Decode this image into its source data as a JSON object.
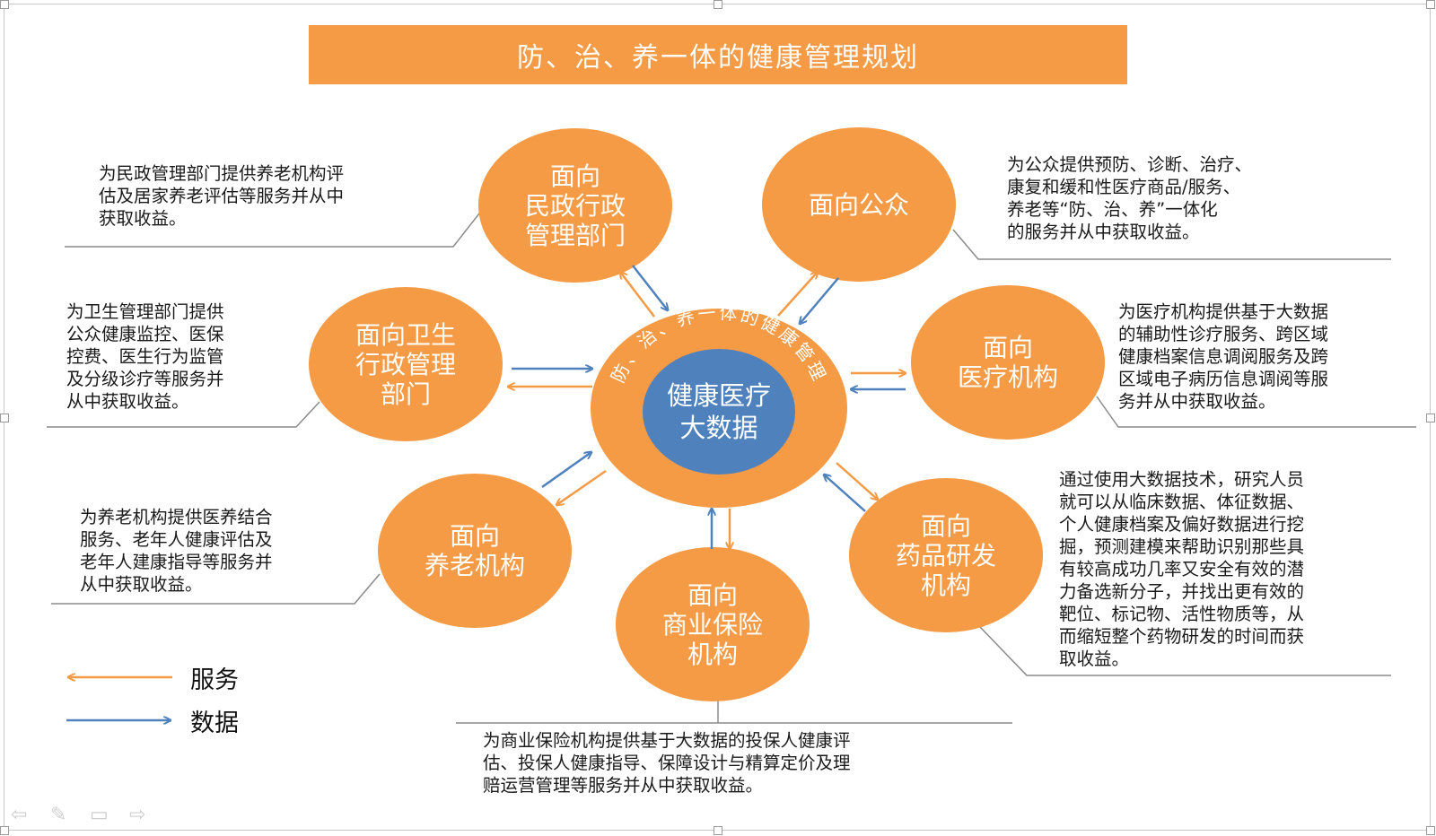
{
  "title": "防、治、养一体的健康管理规划",
  "center": {
    "label": "健康医疗\n大数据",
    "ring_text": "防、治、养一体的健康管理"
  },
  "nodes": {
    "civil": {
      "label": "面向\n民政行政\n管理部门",
      "desc": "为民政管理部门提供养老机构评\n估及居家养老评估等服务并从中\n获取收益。"
    },
    "public": {
      "label": "面向公众",
      "desc": "为公众提供预防、诊断、治疗、\n康复和缓和性医疗商品/服务、\n养老等“防、治、养”一体化\n的服务并从中获取收益。"
    },
    "health": {
      "label": "面向卫生\n行政管理\n部门",
      "desc": "为卫生管理部门提供\n公众健康监控、医保\n控费、医生行为监管\n及分级诊疗等服务并\n从中获取收益。"
    },
    "medical": {
      "label": "面向\n医疗机构",
      "desc": "为医疗机构提供基于大数据\n的辅助性诊疗服务、跨区域\n健康档案信息调阅服务及跨\n区域电子病历信息调阅等服\n务并从中获取收益。"
    },
    "elder": {
      "label": "面向\n养老机构",
      "desc": "为养老机构提供医养结合\n服务、老年人健康评估及\n老年人建康指导等服务并\n从中获取收益。"
    },
    "pharma": {
      "label": "面向\n药品研发\n机构",
      "desc": "通过使用大数据技术，研究人员\n就可以从临床数据、体征数据、\n个人健康档案及偏好数据进行挖\n掘，预测建模来帮助识别那些具\n有较高成功几率又安全有效的潜\n力备选新分子，并找出更有效的\n靶位、标记物、活性物质等，从\n而缩短整个药物研发的时间而获\n取收益。"
    },
    "insurance": {
      "label": "面向\n商业保险\n机构",
      "desc": "为商业保险机构提供基于大数据的投保人健康评\n估、投保人健康指导、保障设计与精算定价及理\n赔运营管理等服务并从中获取收益。"
    }
  },
  "legend": {
    "service": "服务",
    "data": "数据"
  },
  "colors": {
    "orange": "#f59a45",
    "blue": "#4f81bd",
    "line": "#8a8a8a"
  },
  "icons": [
    "arrow-left-icon",
    "pen-icon",
    "screen-icon",
    "arrow-right-icon"
  ]
}
